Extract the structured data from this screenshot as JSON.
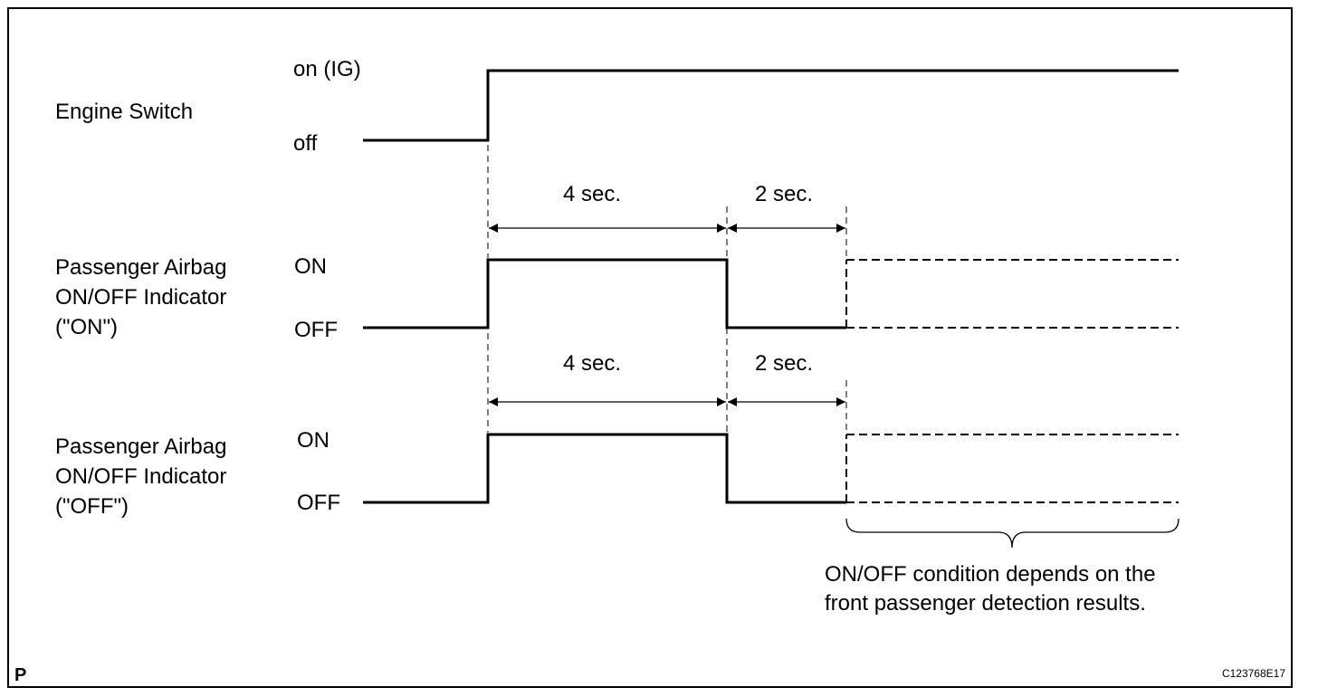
{
  "signals": {
    "engine_switch": {
      "name": "Engine Switch",
      "high_label": "on (IG)",
      "low_label": "off"
    },
    "indicator_on": {
      "name_lines": [
        "Passenger Airbag",
        "ON/OFF Indicator",
        "(\"ON\")"
      ],
      "high_label": "ON",
      "low_label": "OFF"
    },
    "indicator_off": {
      "name_lines": [
        "Passenger Airbag",
        "ON/OFF Indicator",
        "(\"OFF\")"
      ],
      "high_label": "ON",
      "low_label": "OFF"
    }
  },
  "timing": {
    "first_interval": "4 sec.",
    "second_interval": "2 sec."
  },
  "note": {
    "lines": [
      "ON/OFF condition depends on the",
      "front passenger detection results."
    ]
  },
  "footer": {
    "corner_mark": "P",
    "figure_code": "C123768E17"
  }
}
